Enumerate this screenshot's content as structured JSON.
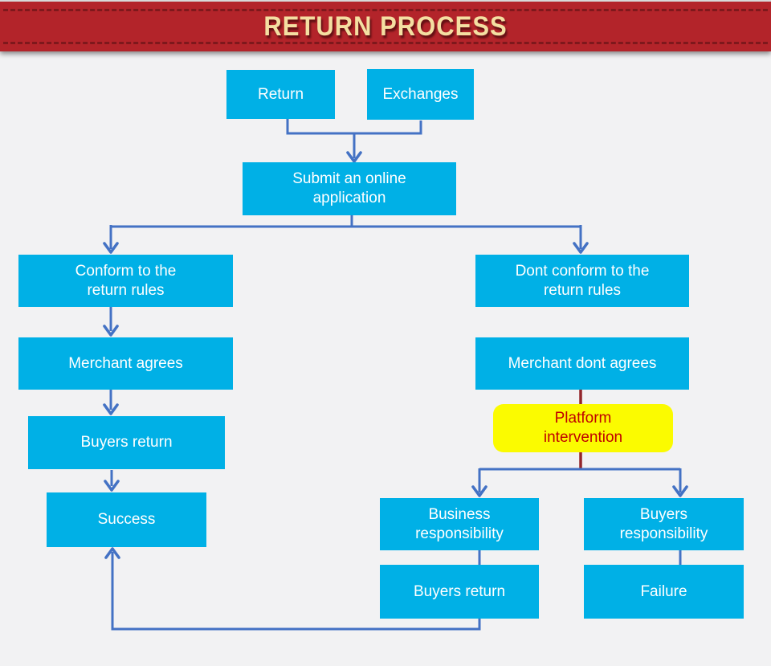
{
  "banner": {
    "title": "RETURN PROCESS"
  },
  "colors": {
    "page_bg": "#f2f2f3",
    "banner_bg": "#b3242a",
    "banner_stitch": "#7e181c",
    "banner_text": "#f4dfa2",
    "box": "#00b0e6",
    "box_text": "#ffffff",
    "highlight_bg": "#fbfb00",
    "highlight_text": "#c00000",
    "connector": "#4472c4",
    "connector_alert": "#93262b"
  },
  "nodes": {
    "return": {
      "label": "Return"
    },
    "exchanges": {
      "label": "Exchanges"
    },
    "submit": {
      "label": "Submit an online\napplication"
    },
    "conform": {
      "label": "Conform to the\nreturn rules"
    },
    "dont_conform": {
      "label": "Dont conform to the\nreturn rules"
    },
    "merchant_agrees": {
      "label": "Merchant agrees"
    },
    "merchant_dont_agrees": {
      "label": "Merchant dont agrees"
    },
    "platform_intervention": {
      "label": "Platform\nintervention"
    },
    "buyers_return_left": {
      "label": "Buyers return"
    },
    "success": {
      "label": "Success"
    },
    "business_responsibility": {
      "label": "Business\nresponsibility"
    },
    "buyers_responsibility": {
      "label": "Buyers\nresponsibility"
    },
    "buyers_return_bottom": {
      "label": "Buyers return"
    },
    "failure": {
      "label": "Failure"
    }
  }
}
